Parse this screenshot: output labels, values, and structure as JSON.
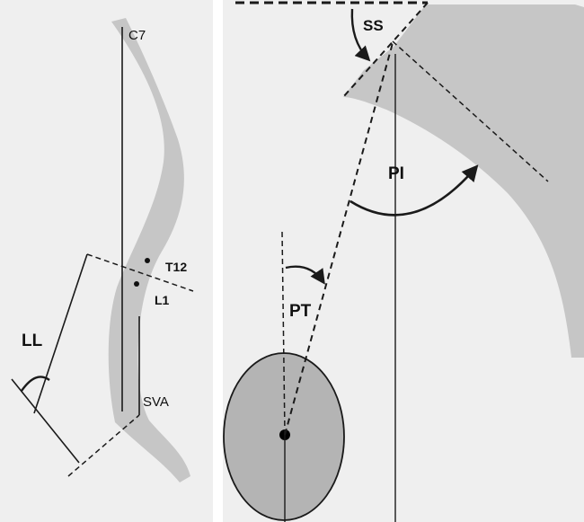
{
  "left_panel": {
    "labels": {
      "c7": "C7",
      "t12": "T12",
      "l1": "L1",
      "ll": "LL",
      "sva": "SVA"
    }
  },
  "right_panel": {
    "labels": {
      "ss": "SS",
      "pi": "PI",
      "pt": "PT"
    }
  },
  "colors": {
    "panel_background": "#efefef",
    "bone_fill": "#c6c6c6",
    "head_fill": "#b4b4b4",
    "line": "#1a1a1a"
  }
}
